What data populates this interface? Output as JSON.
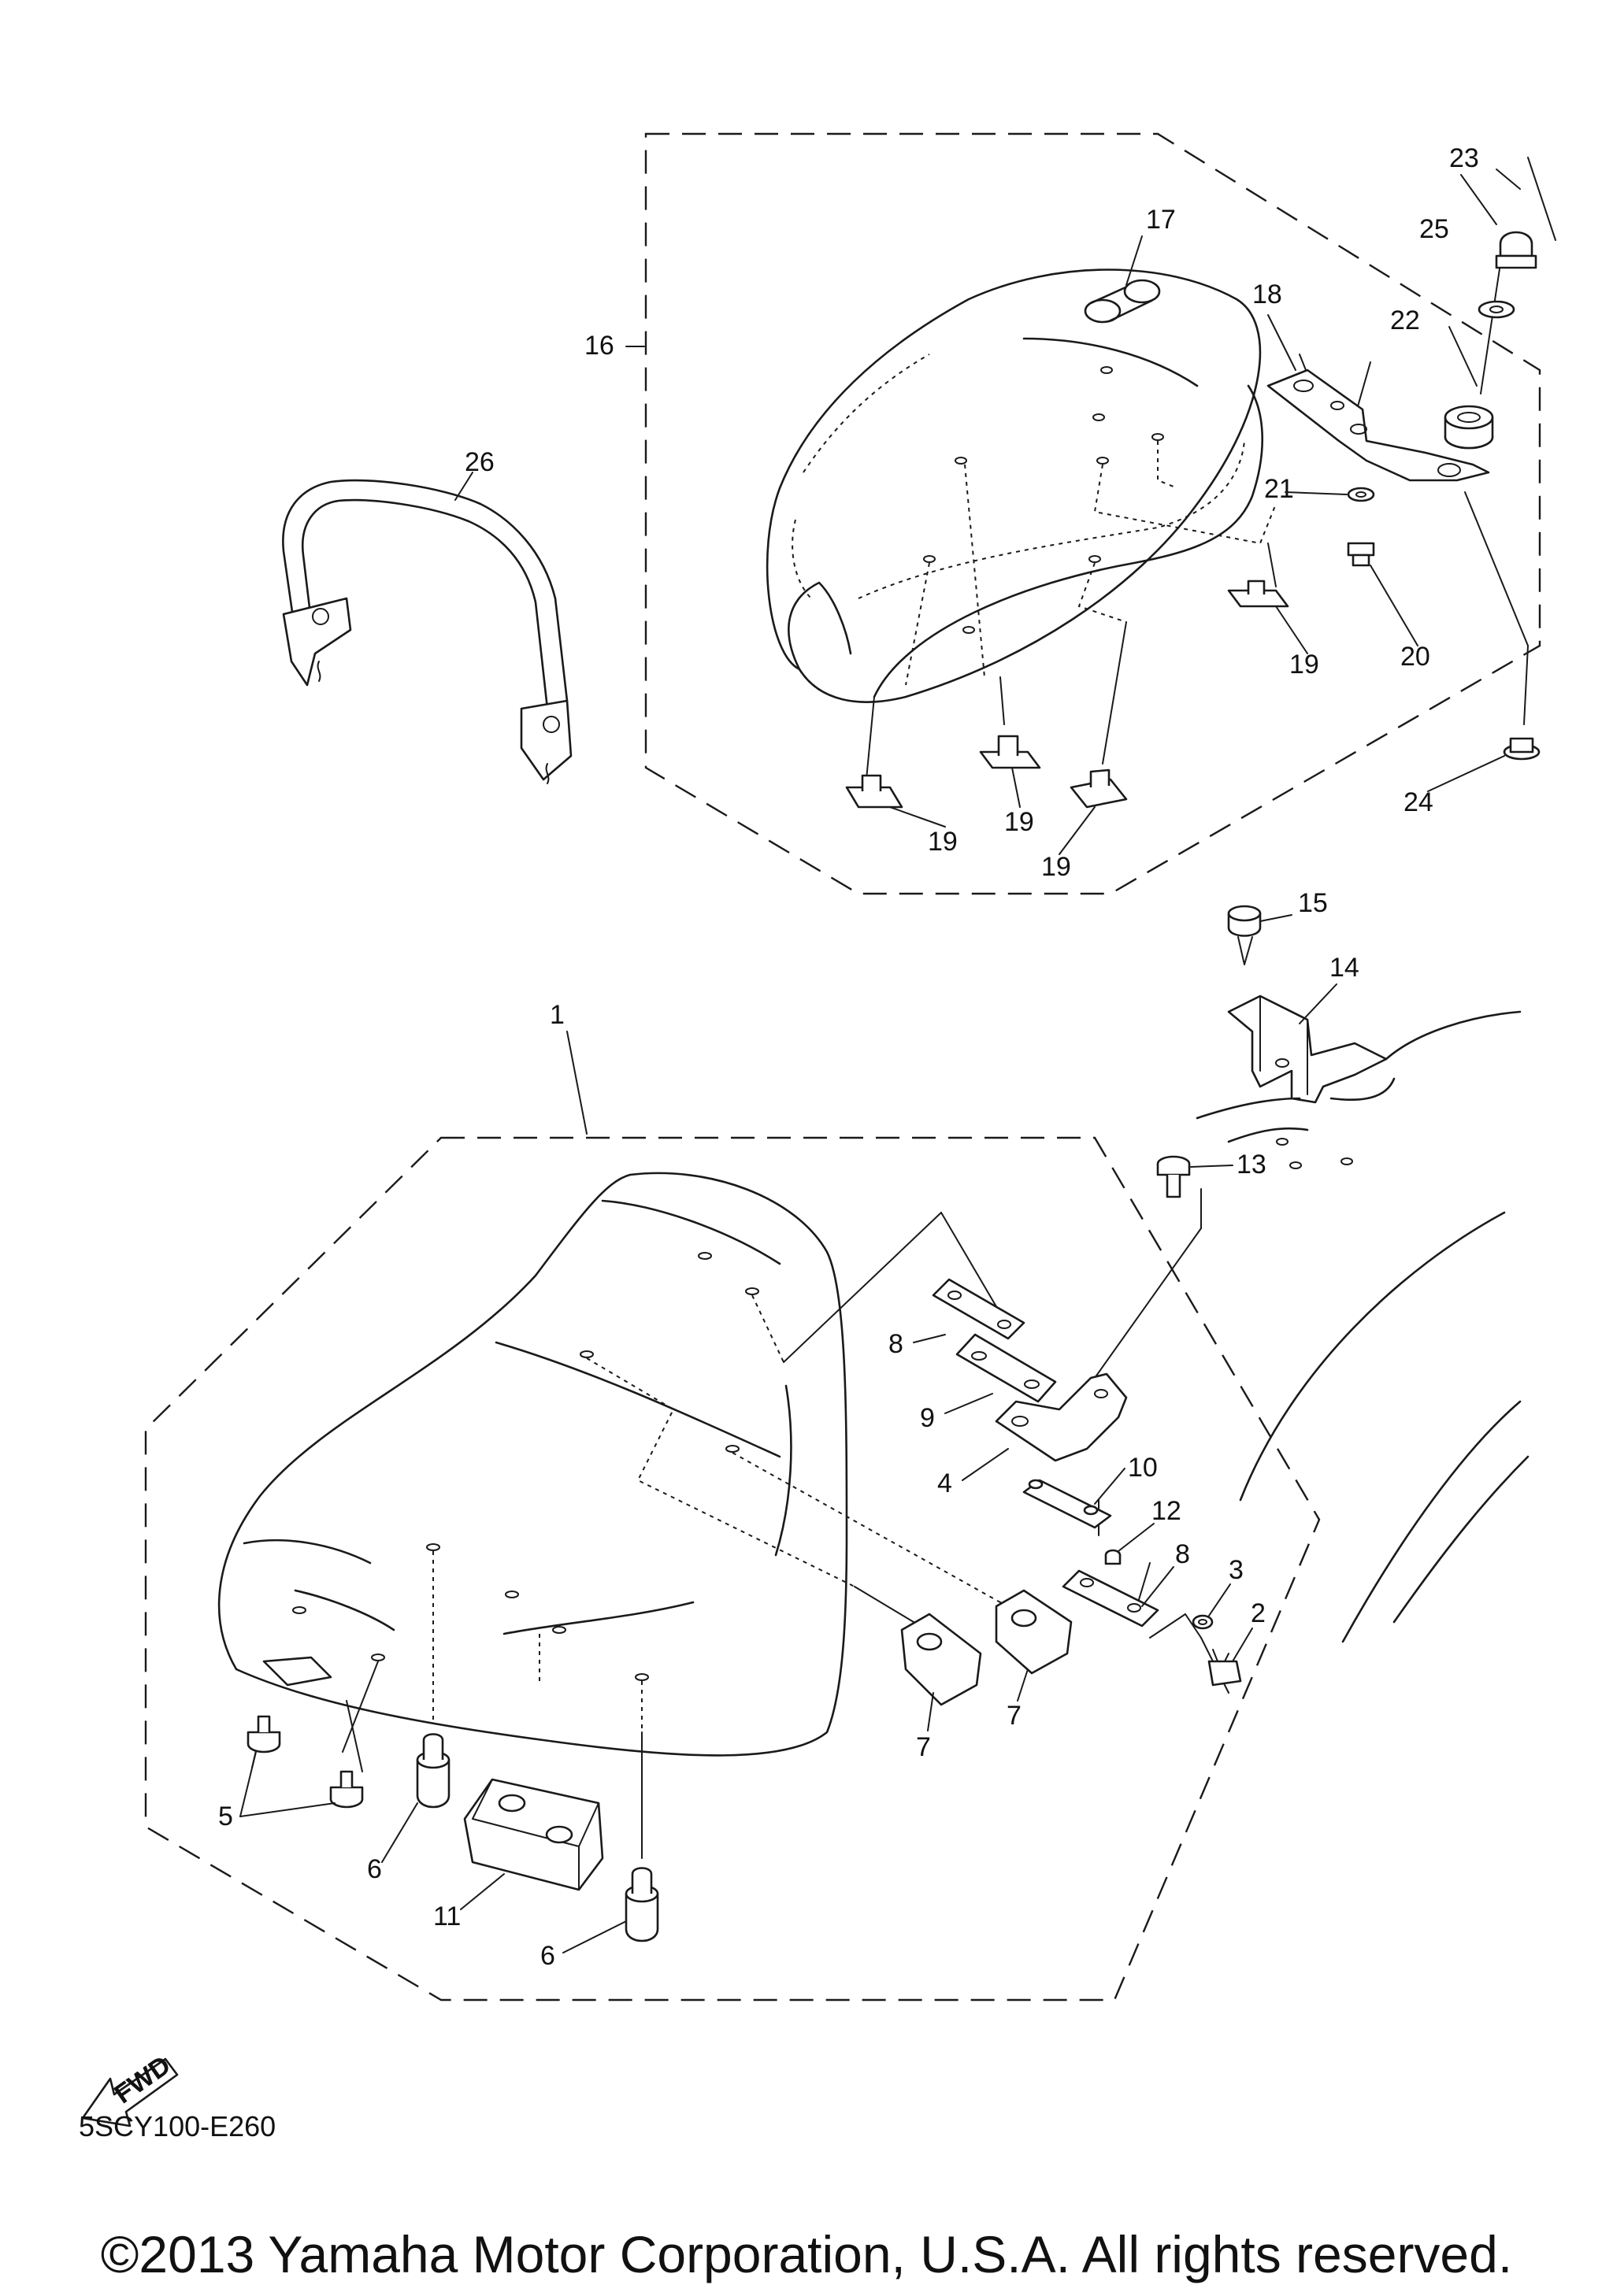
{
  "diagram": {
    "code": "5SCY100-E260",
    "copyright": "©2013 Yamaha Motor Corporation, U.S.A. All rights reserved.",
    "fwd_label": "FWD",
    "callouts": {
      "c1": "1",
      "c2": "2",
      "c3": "3",
      "c4": "4",
      "c5": "5",
      "c6a": "6",
      "c6b": "6",
      "c7a": "7",
      "c7b": "7",
      "c8a": "8",
      "c8b": "8",
      "c9": "9",
      "c10": "10",
      "c11": "11",
      "c12": "12",
      "c13": "13",
      "c14": "14",
      "c15": "15",
      "c16": "16",
      "c17": "17",
      "c18": "18",
      "c19a": "19",
      "c19b": "19",
      "c19c": "19",
      "c19d": "19",
      "c20": "20",
      "c21": "21",
      "c22": "22",
      "c23": "23",
      "c24": "24",
      "c25": "25",
      "c26": "26"
    }
  }
}
